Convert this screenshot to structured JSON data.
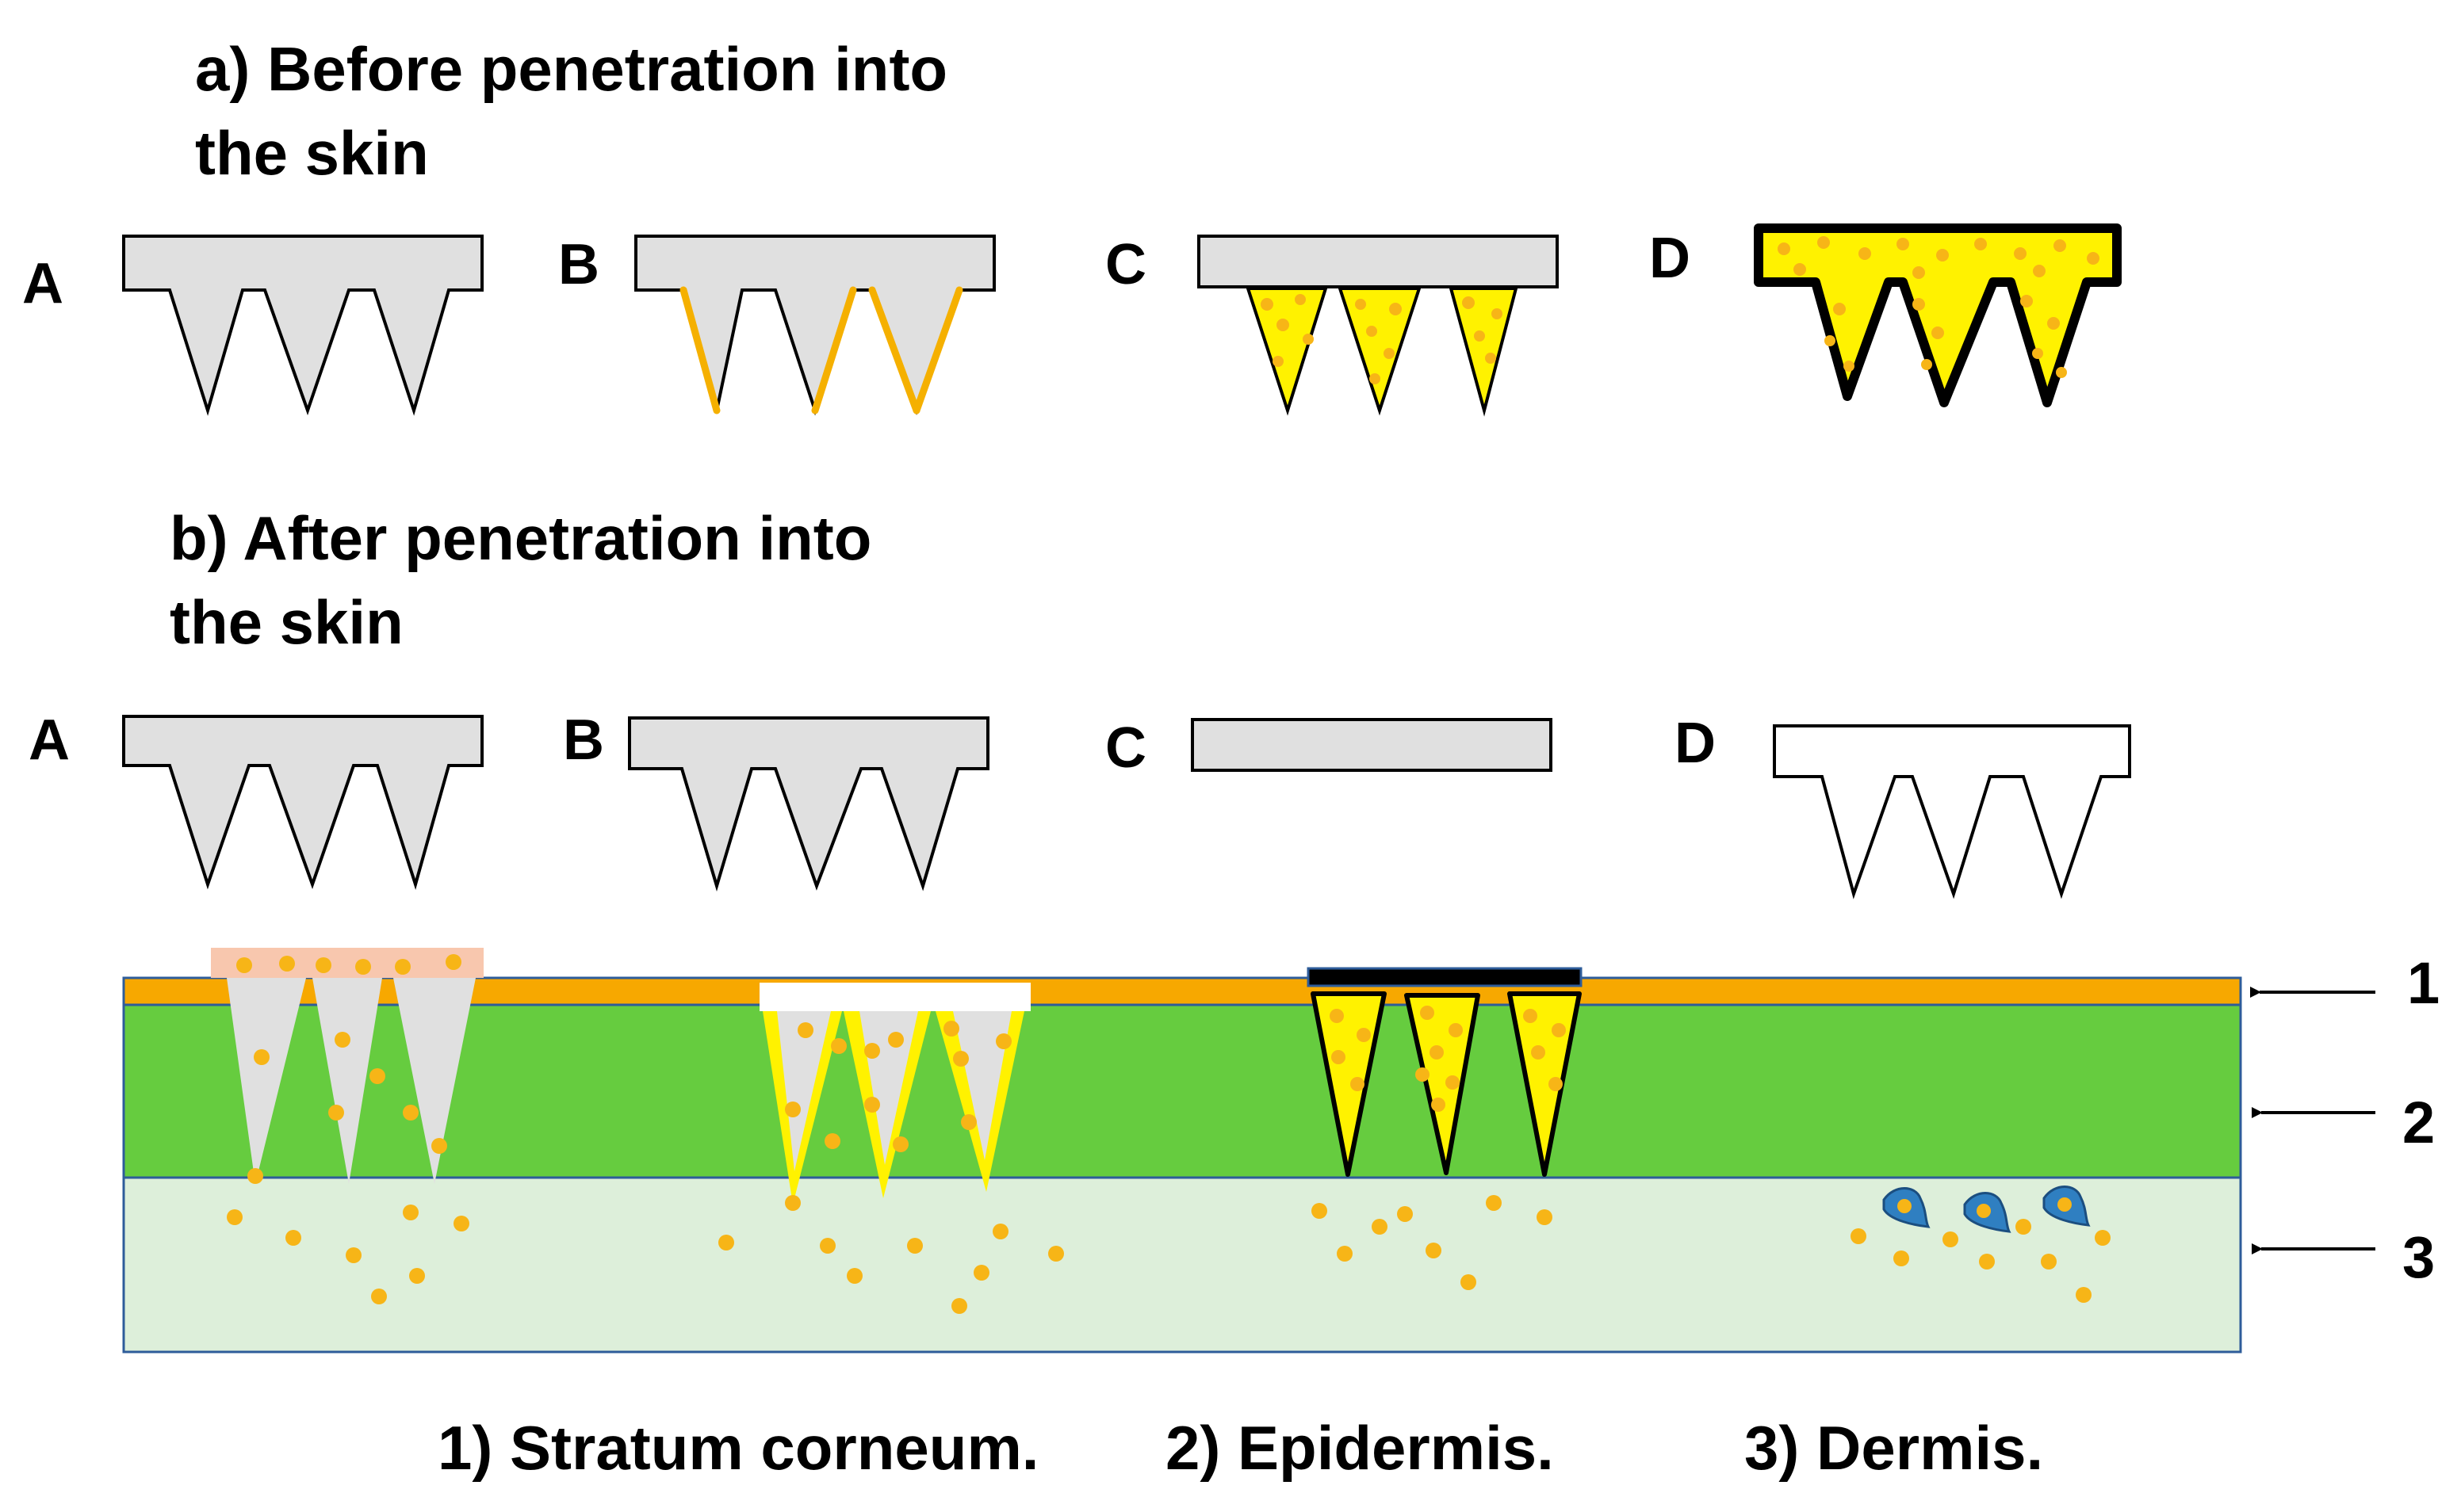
{
  "titles": {
    "before": "a) Before penetration into\nthe skin",
    "after": "b) After penetration into\nthe skin"
  },
  "panel_labels": [
    "A",
    "B",
    "C",
    "D"
  ],
  "layer_numbers": [
    "1",
    "2",
    "3"
  ],
  "captions": {
    "stratum": "1) Stratum corneum.",
    "epidermis": "2) Epidermis.",
    "dermis": "3) Dermis."
  },
  "colors": {
    "stratum_corneum": "#F7A800",
    "epidermis": "#66CC3F",
    "dermis": "#DDEFDA",
    "layer_border": "#2E5C9A",
    "patch_gray": "#E0E0E0",
    "drug_yellow": "#FFF200",
    "drug_dot": "#F7B517",
    "coating_orange": "#F5B000",
    "peach_base": "#F8C7AE",
    "cell_blue": "#2F7FC1"
  }
}
